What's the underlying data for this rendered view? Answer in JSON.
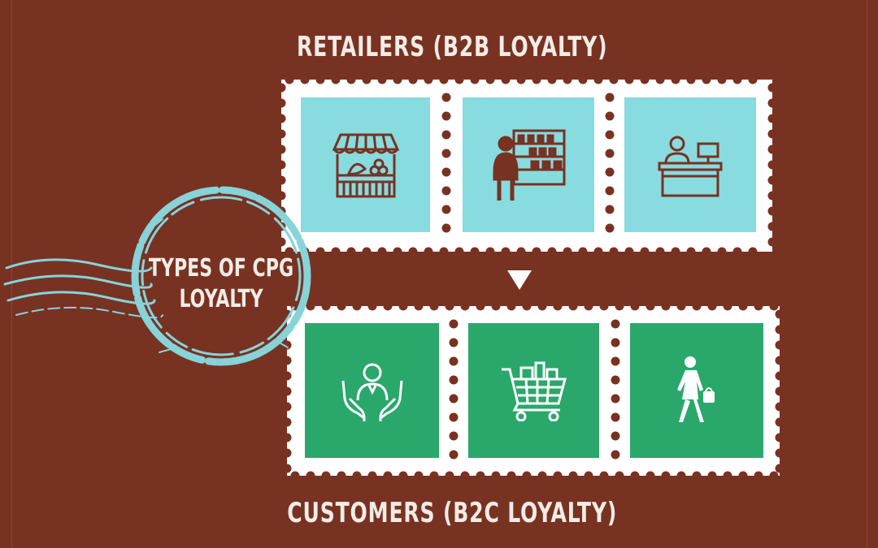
{
  "retailers": {
    "title": "RETAILERS (B2B LOYALTY)",
    "tiles": [
      {
        "icon": "market-stall-icon"
      },
      {
        "icon": "shopkeeper-shelves-icon"
      },
      {
        "icon": "cashier-counter-icon"
      }
    ]
  },
  "customers": {
    "title": "CUSTOMERS (B2C LOYALTY)",
    "tiles": [
      {
        "icon": "customer-hands-icon"
      },
      {
        "icon": "shopping-cart-icon"
      },
      {
        "icon": "shopper-walking-icon"
      }
    ]
  },
  "seal": {
    "line1": "TYPES OF CPG",
    "line2": "LOYALTY"
  },
  "colors": {
    "background": "#783222",
    "retailer_tile": "#88dbdf",
    "customer_tile": "#2aa76a",
    "stamp_border": "#ffffff",
    "heading_text": "#f1ece6",
    "seal_ink": "#86d3d8"
  }
}
